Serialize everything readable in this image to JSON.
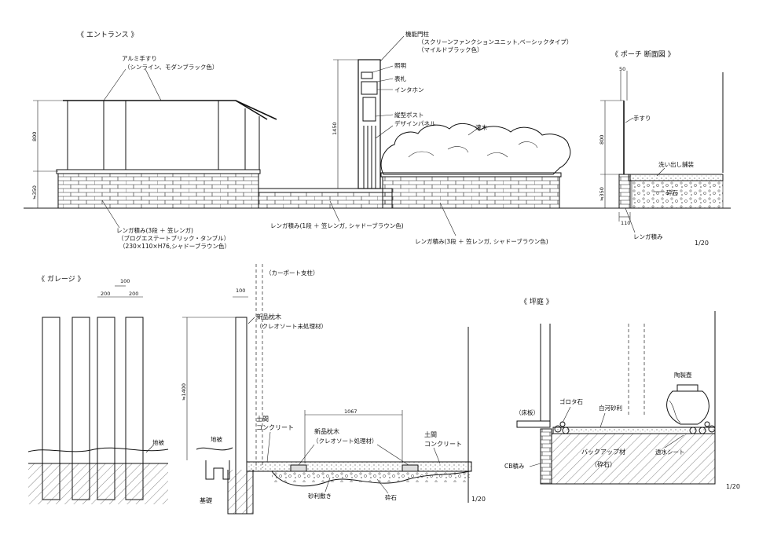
{
  "sections": {
    "entrance": "《 エントランス 》",
    "porch": "《 ポーチ 断面図 》",
    "garage": "《 ガレージ 》",
    "garden": "《 坪庭 》"
  },
  "entrance": {
    "handrail": "アルミ手すり",
    "handrail_spec": "（シンライン、モダンブラック色）",
    "gate_post": "機能門柱",
    "gate_post_spec1": "（スクリーンファンクションユニット,ベーシックタイプ）",
    "gate_post_spec2": "（マイルドブラック色）",
    "lighting": "照明",
    "nameplate": "表札",
    "intercom": "インタホン",
    "post": "縦型ポスト",
    "panel": "デザインパネル",
    "shrub": "灌木",
    "dim_800": "800",
    "dim_350": "≒350",
    "dim_1450": "1450",
    "brick_left_1": "レンガ積み(3段 ＋ 笠レンガ)",
    "brick_left_2": "（ブログエステートブリック・タンブル）",
    "brick_left_3": "（230×110×H76,シャドーブラウン色）",
    "brick_mid": "レンガ積み(1段 ＋ 笠レンガ, シャドーブラウン色)",
    "brick_right": "レンガ積み(3段 ＋ 笠レンガ, シャドーブラウン色)"
  },
  "porch": {
    "dim_50": "50",
    "handrail": "手すり",
    "paving": "洗い出し舗装",
    "gravel": "砕石",
    "dim_800": "800",
    "dim_350": "≒350",
    "dim_110": "110",
    "brick": "レンガ積み",
    "scale": "1/20"
  },
  "garage": {
    "dim_100a": "100",
    "dim_200a": "200",
    "dim_200b": "200",
    "dim_100b": "100",
    "carport": "（カーポート支柱）",
    "sleeper_new1": "新品枕木",
    "sleeper_new1_spec": "（クレオソート未処理材）",
    "dim_1400": "≒1400",
    "ground1": "地被",
    "ground2": "地被",
    "concrete1a": "土間",
    "concrete1b": "コンクリート",
    "dim_1067": "1067",
    "sleeper_new2": "新品枕木",
    "sleeper_new2_spec": "（クレオソート処理材）",
    "concrete2a": "土間",
    "concrete2b": "コンクリート",
    "foundation": "基礎",
    "sand": "砂利敷き",
    "gravel": "砕石",
    "scale": "1/20"
  },
  "garden": {
    "floor": "（床板）",
    "stone": "ゴロタ石",
    "white_sand": "白河砂利",
    "pot": "陶製壺",
    "backup1": "バックアップ材",
    "backup2": "（砕石）",
    "sheet": "透水シート",
    "cb": "CB積み",
    "scale": "1/20"
  }
}
